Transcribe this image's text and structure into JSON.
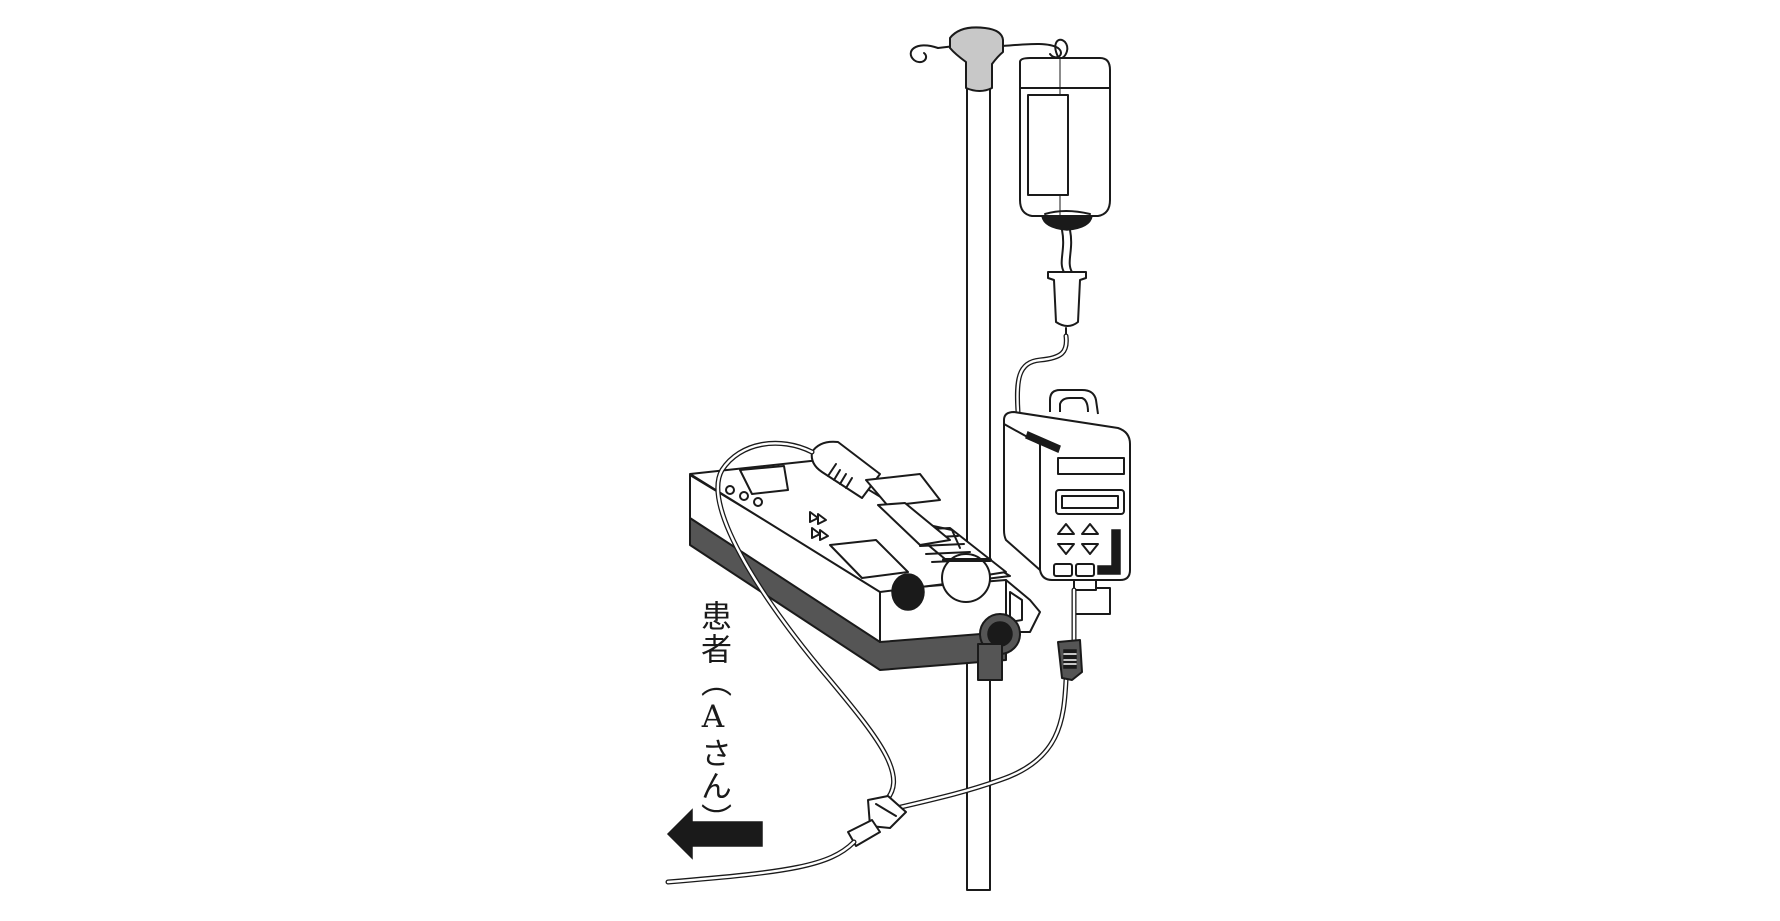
{
  "figure": {
    "patient_label": "患者（Aさん）",
    "direction_arrow_icon": "arrow-left-icon",
    "components": [
      "iv-pole",
      "infusion-bag",
      "drip-chamber",
      "infusion-pump",
      "syringe-pump",
      "syringe",
      "pole-clamp",
      "roller-clamp",
      "y-connector",
      "iv-tubing"
    ]
  }
}
